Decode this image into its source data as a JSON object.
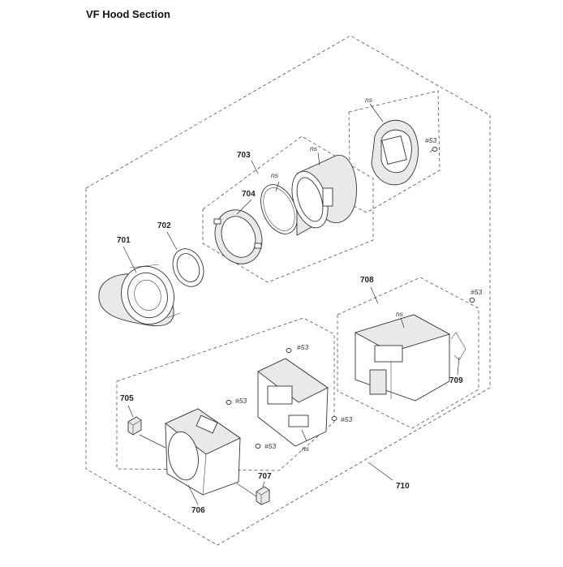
{
  "title": "VF Hood Section",
  "callouts": {
    "p701": "701",
    "p702": "702",
    "p703": "703",
    "p704": "704",
    "p705": "705",
    "p706": "706",
    "p707": "707",
    "p708": "708",
    "p709": "709",
    "p710": "710"
  },
  "annotations": {
    "ns": "ns",
    "screw": "#53"
  }
}
